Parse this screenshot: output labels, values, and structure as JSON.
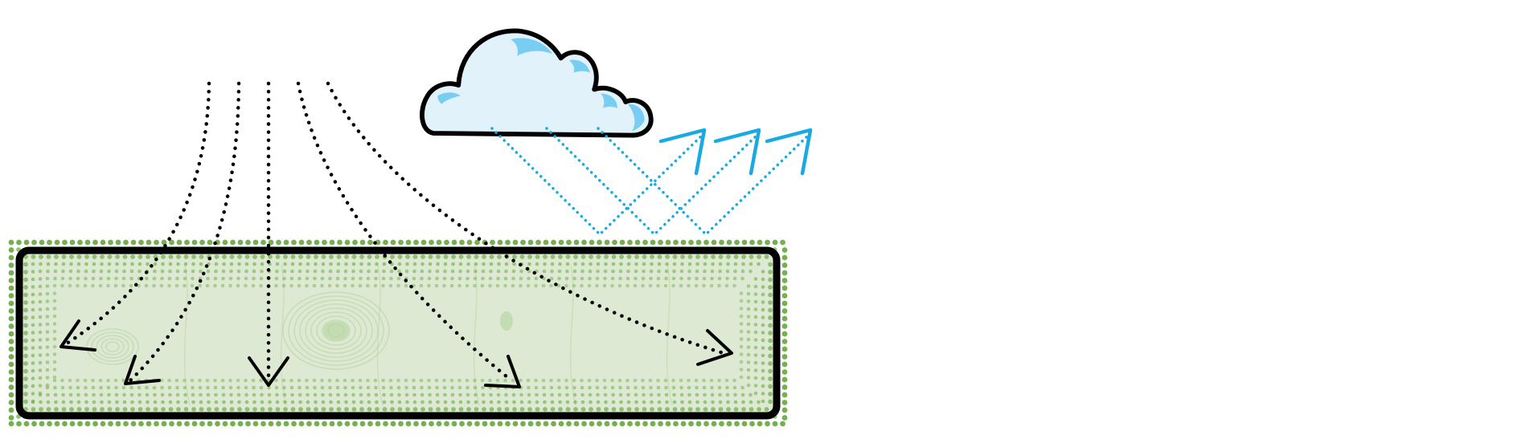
{
  "diagram": {
    "elements": [
      {
        "id": "cloud",
        "kind": "cloud-icon"
      },
      {
        "id": "ground-slab",
        "kind": "textured-green-slab"
      },
      {
        "id": "incoming-arrows",
        "count": 5,
        "style": "dotted-black"
      },
      {
        "id": "reflected-arrows",
        "count": 3,
        "style": "dotted-blue"
      }
    ],
    "colors": {
      "outline": "#000000",
      "cloud_fill": "#e2f2fb",
      "cloud_highlight": "#78cdf2",
      "reflect_arrow": "#1aaae3",
      "slab_fill": "#dde9d3",
      "slab_dots": "#74b04e",
      "slab_texture": "#b9d5a3"
    }
  }
}
